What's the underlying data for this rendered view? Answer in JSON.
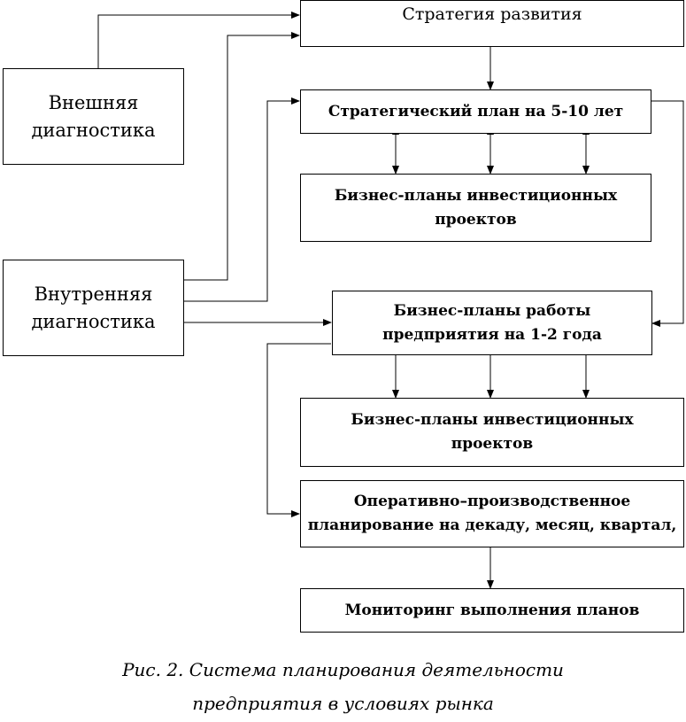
{
  "diagram": {
    "strategy": "Стратегия развития",
    "external_diag": [
      "Внешняя",
      "диагностика"
    ],
    "internal_diag": [
      "Внутренняя",
      "диагностика"
    ],
    "strategic_plan": "Стратегический план на 5-10 лет",
    "invest_plans_1": [
      "Бизнес-планы инвестиционных",
      "проектов"
    ],
    "business_plans": [
      "Бизнес-планы работы",
      "предприятия на 1-2 года"
    ],
    "invest_plans_2": [
      "Бизнес-планы инвестиционных",
      "проектов"
    ],
    "operational": [
      "Оперативно–производственное",
      "планирование на декаду, месяц, квартал,"
    ],
    "monitoring": "Мониторинг выполнения планов"
  },
  "caption": [
    "Рис. 2. Система планирования деятельности",
    "предприятия в условиях рынка"
  ]
}
